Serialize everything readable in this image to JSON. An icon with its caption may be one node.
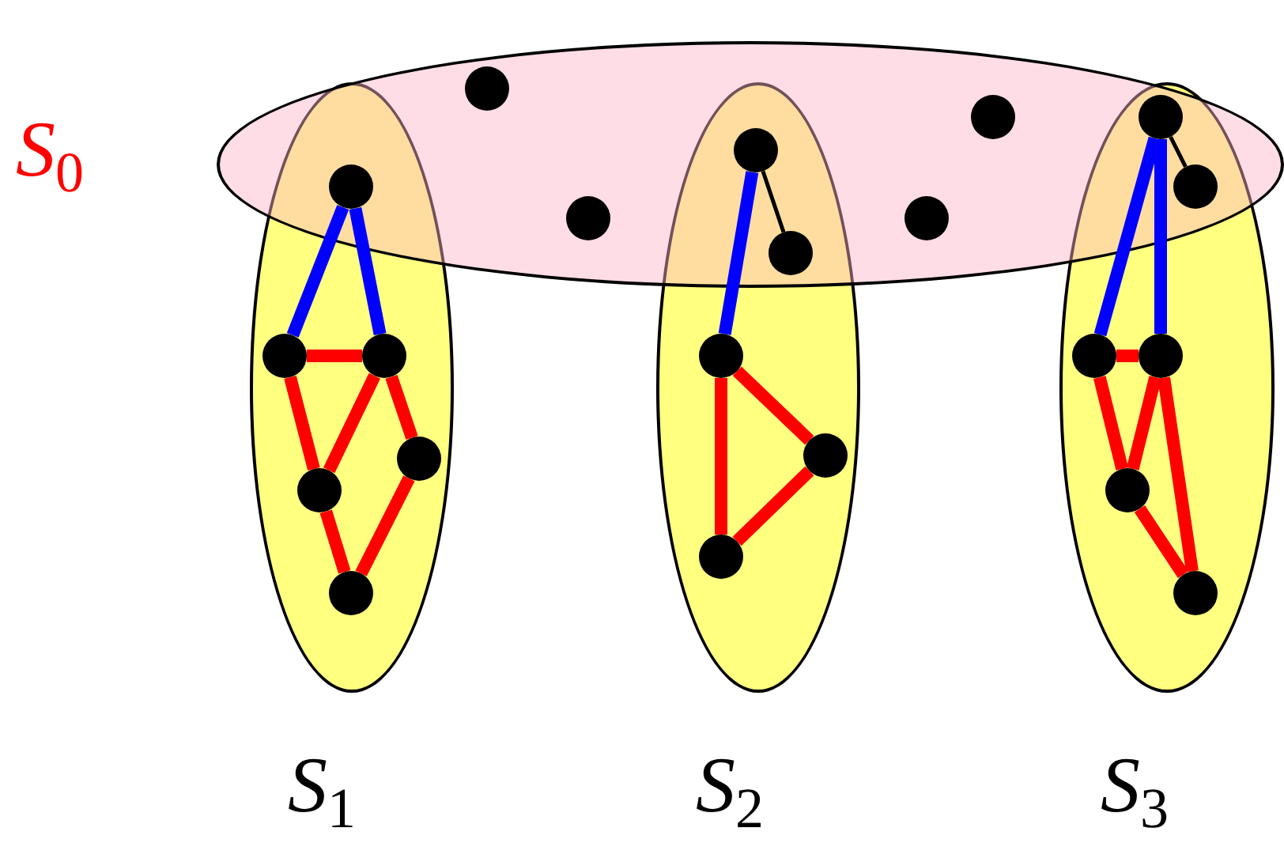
{
  "diagram": {
    "nodes": [
      {
        "text": [
          "*S*$_{0}$"
        ]
      },
      {
        "text": [
          "*S*$_{1}$"
        ]
      },
      {
        "text": [
          "*S*$_{2}$"
        ]
      },
      {
        "text": [
          "*S*$_{3}$"
        ]
      },
      {
        "text": [],
        "shape": "circle",
        "in": 0
      },
      {
        "text": [],
        "shape": "circle",
        "in": 0
      },
      {
        "text": [],
        "shape": "circle"
      },
      {
        "text": [],
        "shape": "circle",
        "in": 1
      },
      {
        "text": [],
        "shape": "circle",
        "in": 1
      },
      {
        "text": [],
        "shape": "circle",
        "in": 1
      },
      {
        "text": [],
        "shape": "circle",
        "in": 1
      },
      {
        "text": [],
        "shape": "circle",
        "in": 1
      },
      {
        "text": [],
        "shape": "circle"
      },
      {
        "text": [],
        "shape": "circle"
      },
      {
        "text": [],
        "shape": "circle",
        "in": 2
      },
      {
        "text": [],
        "shape": "circle",
        "in": 2
      },
      {
        "text": [],
        "shape": "circle",
        "in": 2
      },
      {
        "text": [],
        "shape": "circle",
        "in": 0
      },
      {
        "text": [],
        "shape": "circle",
        "in": 0
      },
      {
        "text": [],
        "shape": "circle"
      },
      {
        "text": [],
        "shape": "circle"
      },
      {
        "text": [],
        "shape": "circle",
        "in": 3
      },
      {
        "text": [],
        "shape": "circle",
        "in": 3
      },
      {
        "text": [],
        "shape": "circle",
        "in": 3
      },
      {
        "text": [],
        "shape": "circle",
        "in": 3
      }
    ],
    "edges": [
      {
        "from": 6,
        "to": 7,
        "arrow": "none",
        "color": "#0000ff"
      },
      {
        "from": 6,
        "to": 8,
        "arrow": "none",
        "color": "#0000ff"
      },
      {
        "from": 7,
        "to": 8,
        "arrow": "none"
      },
      {
        "from": 7,
        "to": 10,
        "arrow": "none"
      },
      {
        "from": 8,
        "to": 10,
        "arrow": "none"
      },
      {
        "from": 8,
        "to": 9,
        "arrow": "none"
      },
      {
        "from": 10,
        "to": 11,
        "arrow": "none"
      },
      {
        "from": 9,
        "to": 11,
        "arrow": "none"
      },
      {
        "from": 12,
        "to": 13,
        "arrow": "none",
        "color": "#000000"
      },
      {
        "from": 12,
        "to": 14,
        "arrow": "none",
        "color": "#0000ff"
      },
      {
        "from": 14,
        "to": 15,
        "arrow": "none"
      },
      {
        "from": 14,
        "to": 16,
        "arrow": "none"
      },
      {
        "from": 15,
        "to": 16,
        "arrow": "none"
      },
      {
        "from": 19,
        "to": 20,
        "arrow": "none",
        "color": "#000000"
      },
      {
        "from": 19,
        "to": 21,
        "arrow": "none",
        "color": "#0000ff"
      },
      {
        "from": 19,
        "to": 22,
        "arrow": "none",
        "color": "#0000ff"
      },
      {
        "from": 21,
        "to": 22,
        "arrow": "none"
      },
      {
        "from": 21,
        "to": 23,
        "arrow": "none"
      },
      {
        "from": 22,
        "to": 23,
        "arrow": "none"
      },
      {
        "from": 22,
        "to": 24,
        "arrow": "none"
      },
      {
        "from": 23,
        "to": 24,
        "arrow": "none"
      }
    ]
  }
}
